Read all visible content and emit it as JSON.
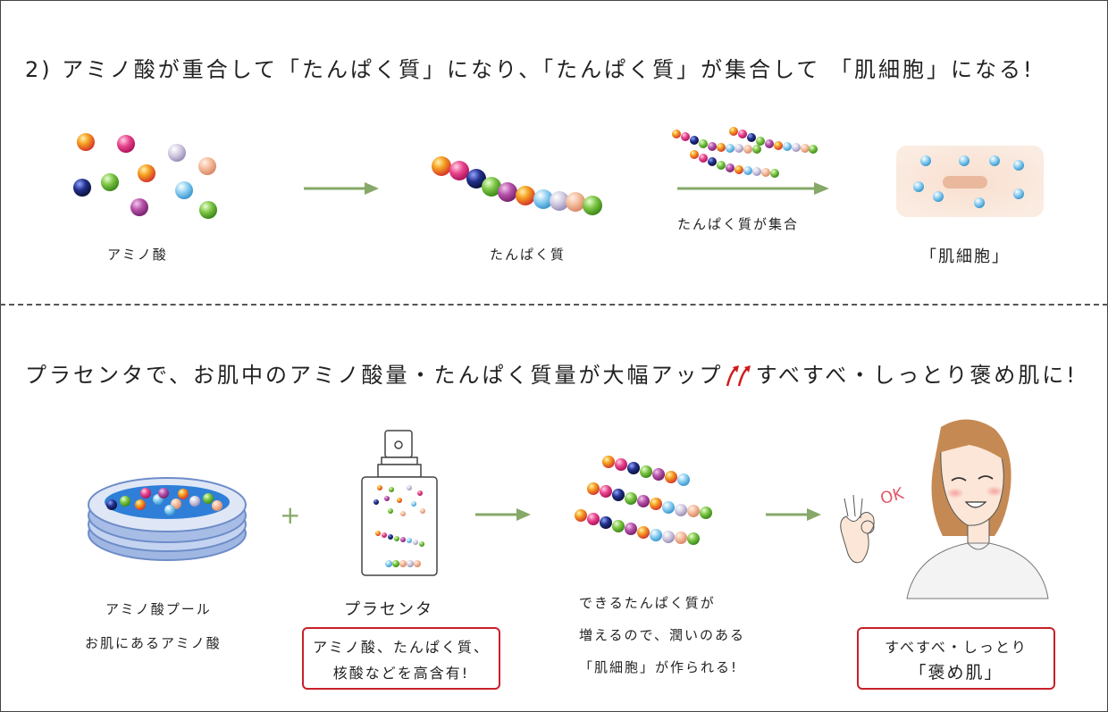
{
  "section1": {
    "heading": "2) アミノ酸が重合して「たんぱく質」になり、「たんぱく質」が集合して 「肌細胞」になる!",
    "label_amino": "アミノ酸",
    "label_protein": "たんぱく質",
    "label_assemble": "たんぱく質が集合",
    "label_cell": "「肌細胞」"
  },
  "section2": {
    "heading_main": "プラセンタで、お肌中のアミノ酸量・たんぱく質量が大幅アップ",
    "heading_tail": "すべすべ・しっとり褒め肌に!",
    "pool_label_1": "アミノ酸プール",
    "pool_label_2": "お肌にあるアミノ酸",
    "plus": "+",
    "placenta_label": "プラセンタ",
    "placenta_box_1": "アミノ酸、たんぱく質、",
    "placenta_box_2": "核酸などを高含有!",
    "result_1": "できるたんぱく質が",
    "result_2": "増えるので、潤いのある",
    "result_3": "「肌細胞」が作られる!",
    "ok_text": "OK",
    "final_box_1": "すべすべ・しっとり",
    "final_box_2": "「褒め肌」"
  },
  "colors": {
    "arrow_green": "#86a868",
    "box_red": "#c8202a",
    "dash": "#555555",
    "skin": "#f6dccb"
  },
  "icons": {
    "amino_beads": "amino-acid-bead-icon",
    "protein_chain": "protein-chain-icon",
    "skin_cell": "skin-cell-icon",
    "pool": "amino-acid-pool-icon",
    "spray_bottle": "placenta-spray-bottle-icon",
    "woman": "smiling-woman-illustration",
    "up_arrows": "double-up-arrow-icon"
  }
}
